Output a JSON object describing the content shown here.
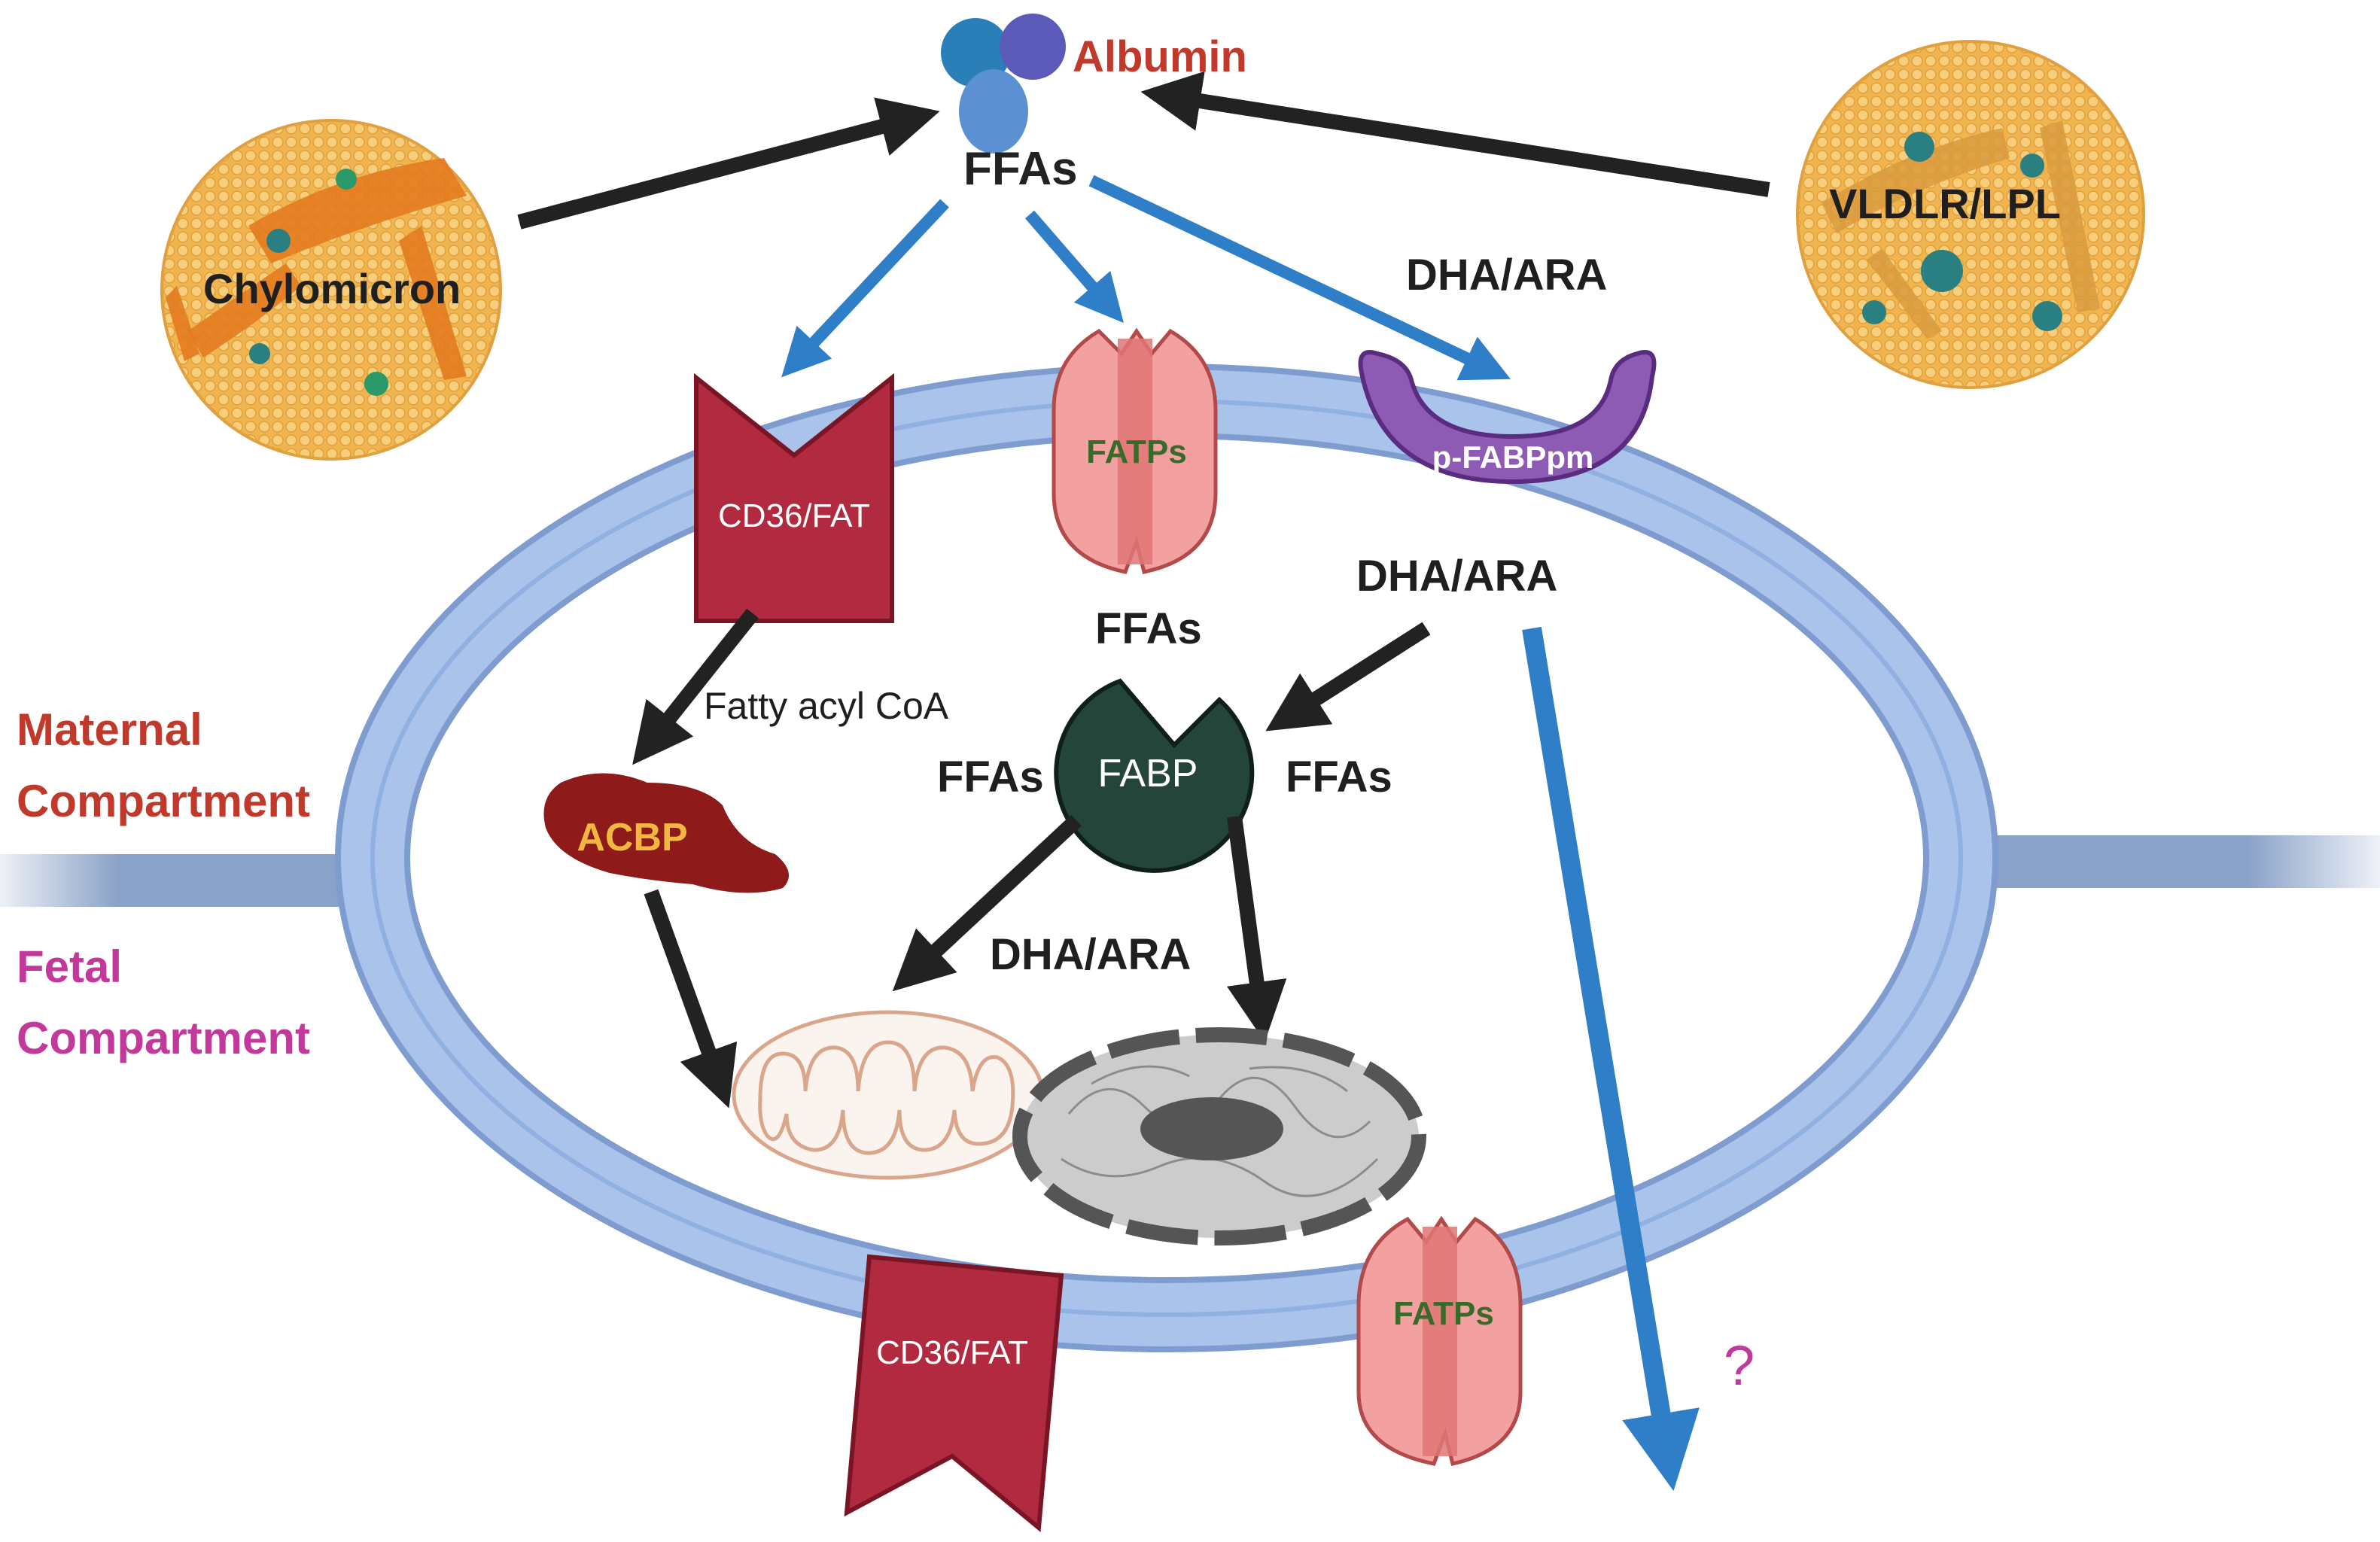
{
  "labels": {
    "albumin": "Albumin",
    "ffas_top": "FFAs",
    "chylomicron": "Chylomicron",
    "vldlr_lpl": "VLDLR/LPL",
    "dha_ara_top": "DHA/ARA",
    "cd36_top": "CD36/FAT",
    "fatps_top": "FATPs",
    "p_fabppm": "p-FABPpm",
    "dha_ara_mid": "DHA/ARA",
    "ffas_fabp_top": "FFAs",
    "fatty_acyl_coa": "Fatty acyl CoA",
    "ffas_fabp_left": "FFAs",
    "fabp": "FABP",
    "ffas_fabp_right": "FFAs",
    "acbp": "ACBP",
    "dha_ara_low": "DHA/ARA",
    "cd36_bottom": "CD36/FAT",
    "fatps_bottom": "FATPs",
    "question": "?"
  },
  "compartments": {
    "maternal_line1": "Maternal",
    "maternal_line2": "Compartment",
    "fetal_line1": "Fetal",
    "fetal_line2": "Compartment"
  },
  "colors": {
    "maternal_text": "#c0392b",
    "fetal_text": "#c2399b",
    "albumin_text": "#c0392b",
    "blue_arrow": "#2f7fc8",
    "black_arrow": "#222222",
    "membrane": "#a9c3ea",
    "membrane_edge": "#7e9ccf",
    "cd36": "#b22a3f",
    "fatps": "#f3a0a0",
    "fabp": "#24463a",
    "acbp": "#8e1a1a",
    "p_fabppm": "#8e5bb4",
    "fatps_text": "#3a6a2a",
    "acbp_text": "#f0b840"
  }
}
